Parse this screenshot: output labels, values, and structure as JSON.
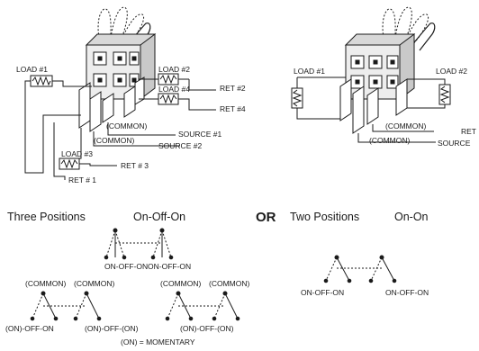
{
  "left_switch": {
    "load1": "LOAD #1",
    "load2": "LOAD #2",
    "ret2": "RET #2",
    "load4": "LOAD #4",
    "ret4": "RET #4",
    "common1": "(COMMON)",
    "source1": "SOURCE #1",
    "common2": "(COMMON)",
    "source2": "SOURCE #2",
    "load3": "LOAD #3",
    "ret3": "RET # 3",
    "ret1": "RET # 1"
  },
  "right_switch": {
    "load1": "LOAD #1",
    "load2": "LOAD #2",
    "common1": "(COMMON)",
    "ret": "RET",
    "common2": "(COMMON)",
    "source": "SOURCE"
  },
  "three_positions": {
    "heading_positions": "Three Positions",
    "heading_mode": "On-Off-On",
    "top_left_caption": "ON-OFF-ON",
    "top_right_caption": "ON-OFF-ON",
    "common_left_a": "(COMMON)",
    "common_left_b": "(COMMON)",
    "common_right_a": "(COMMON)",
    "common_right_b": "(COMMON)",
    "bottom_left_caption": "(ON)-OFF-ON",
    "bottom_mid_caption": "(ON)-OFF-(ON)",
    "bottom_right_caption": "(ON)-OFF-(ON)",
    "footnote": "(ON) = MOMENTARY"
  },
  "or_label": "OR",
  "two_positions": {
    "heading_positions": "Two Positions",
    "heading_mode": "On-On",
    "caption_left": "ON-OFF-ON",
    "caption_right": "ON-OFF-ON"
  }
}
